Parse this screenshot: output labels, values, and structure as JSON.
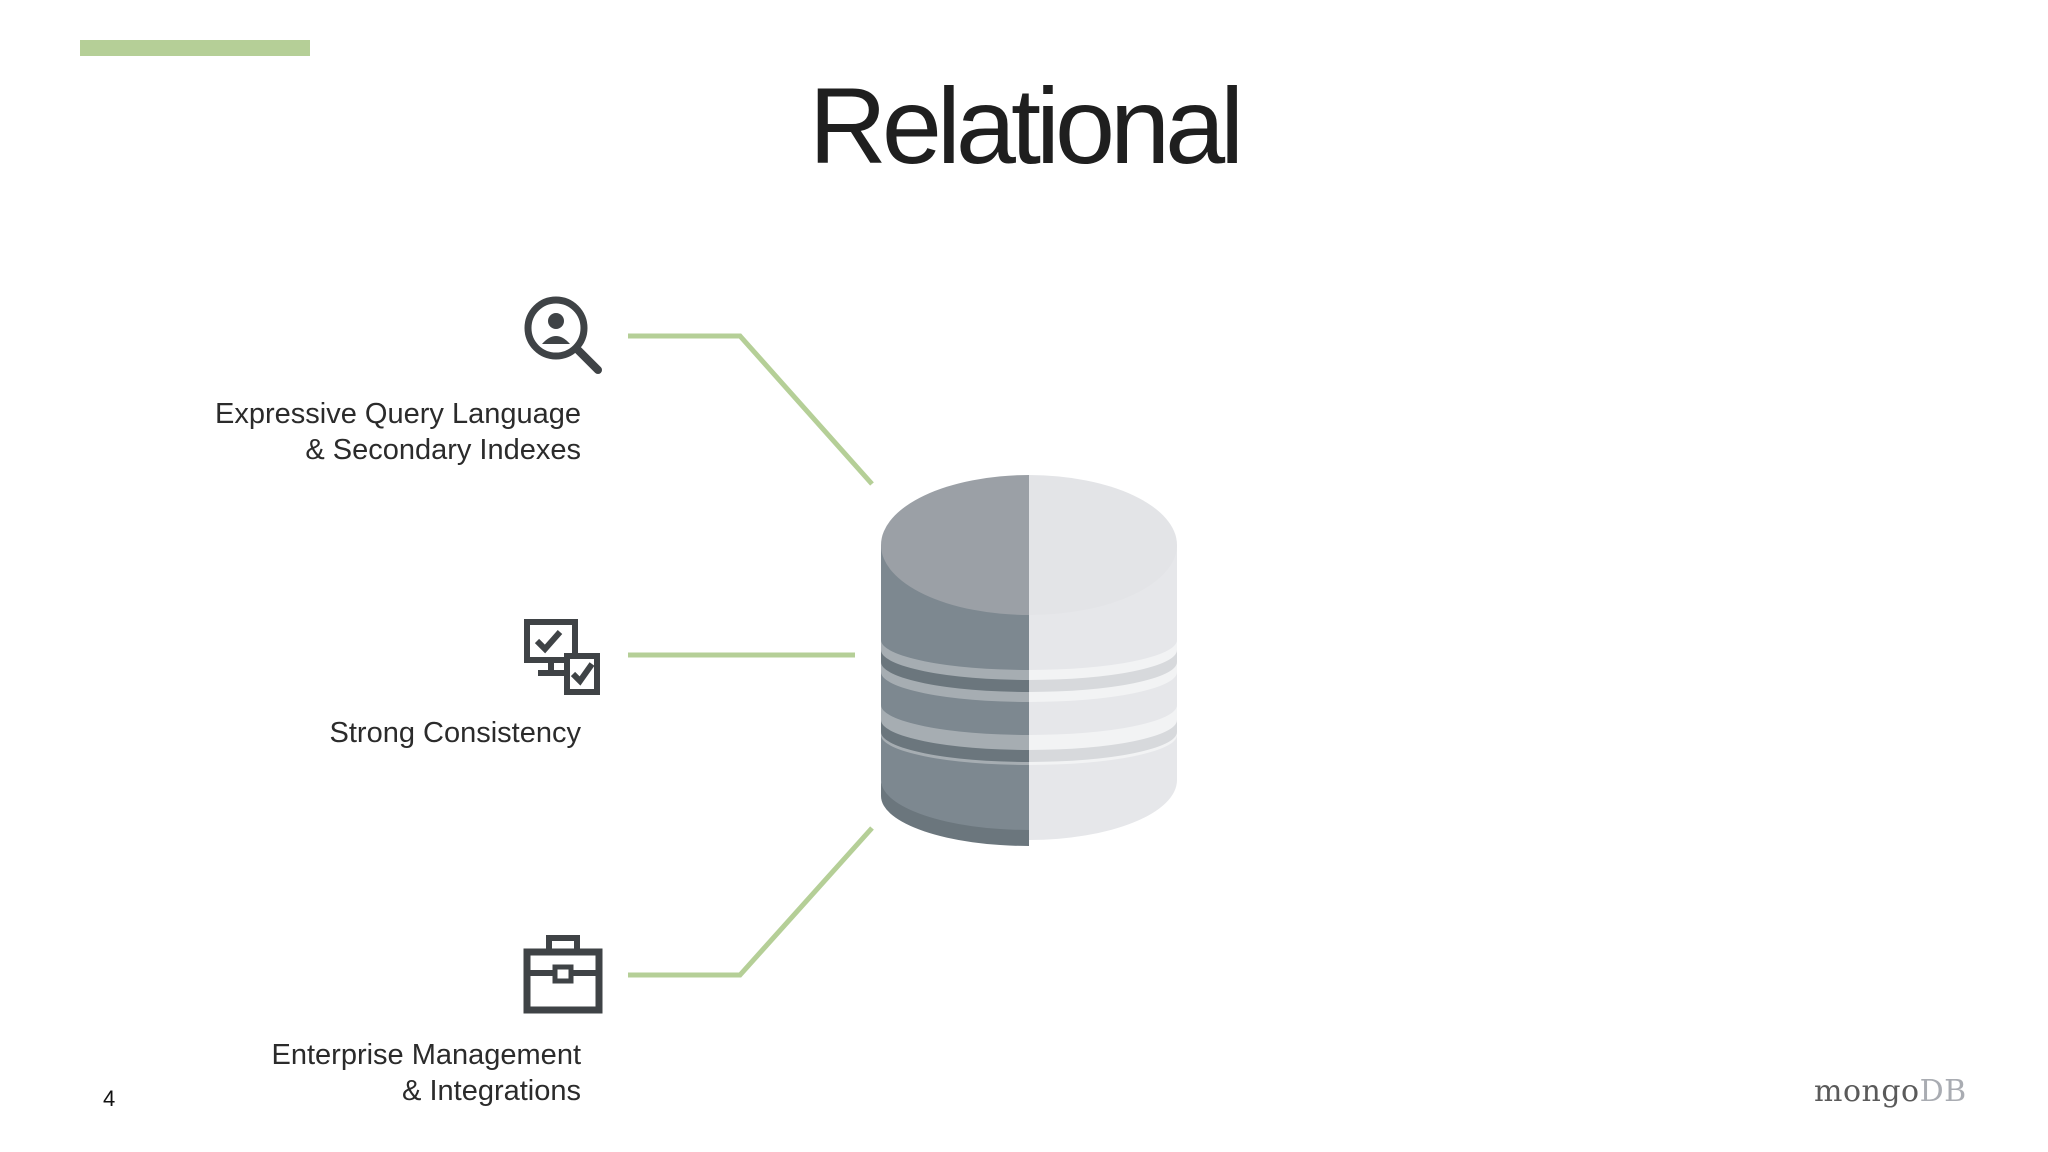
{
  "slide": {
    "title": "Relational",
    "page_number": "4",
    "accent_color": "#b5cf97"
  },
  "features": [
    {
      "icon": "search-user-icon",
      "lines": [
        "Expressive Query Language",
        "& Secondary Indexes"
      ]
    },
    {
      "icon": "monitor-check-icon",
      "lines": [
        "Strong Consistency"
      ]
    },
    {
      "icon": "toolbox-icon",
      "lines": [
        "Enterprise Management",
        "& Integrations"
      ]
    }
  ],
  "logo": {
    "part1": "mongo",
    "part2": "DB"
  },
  "database_icon": "database-cylinder-icon"
}
